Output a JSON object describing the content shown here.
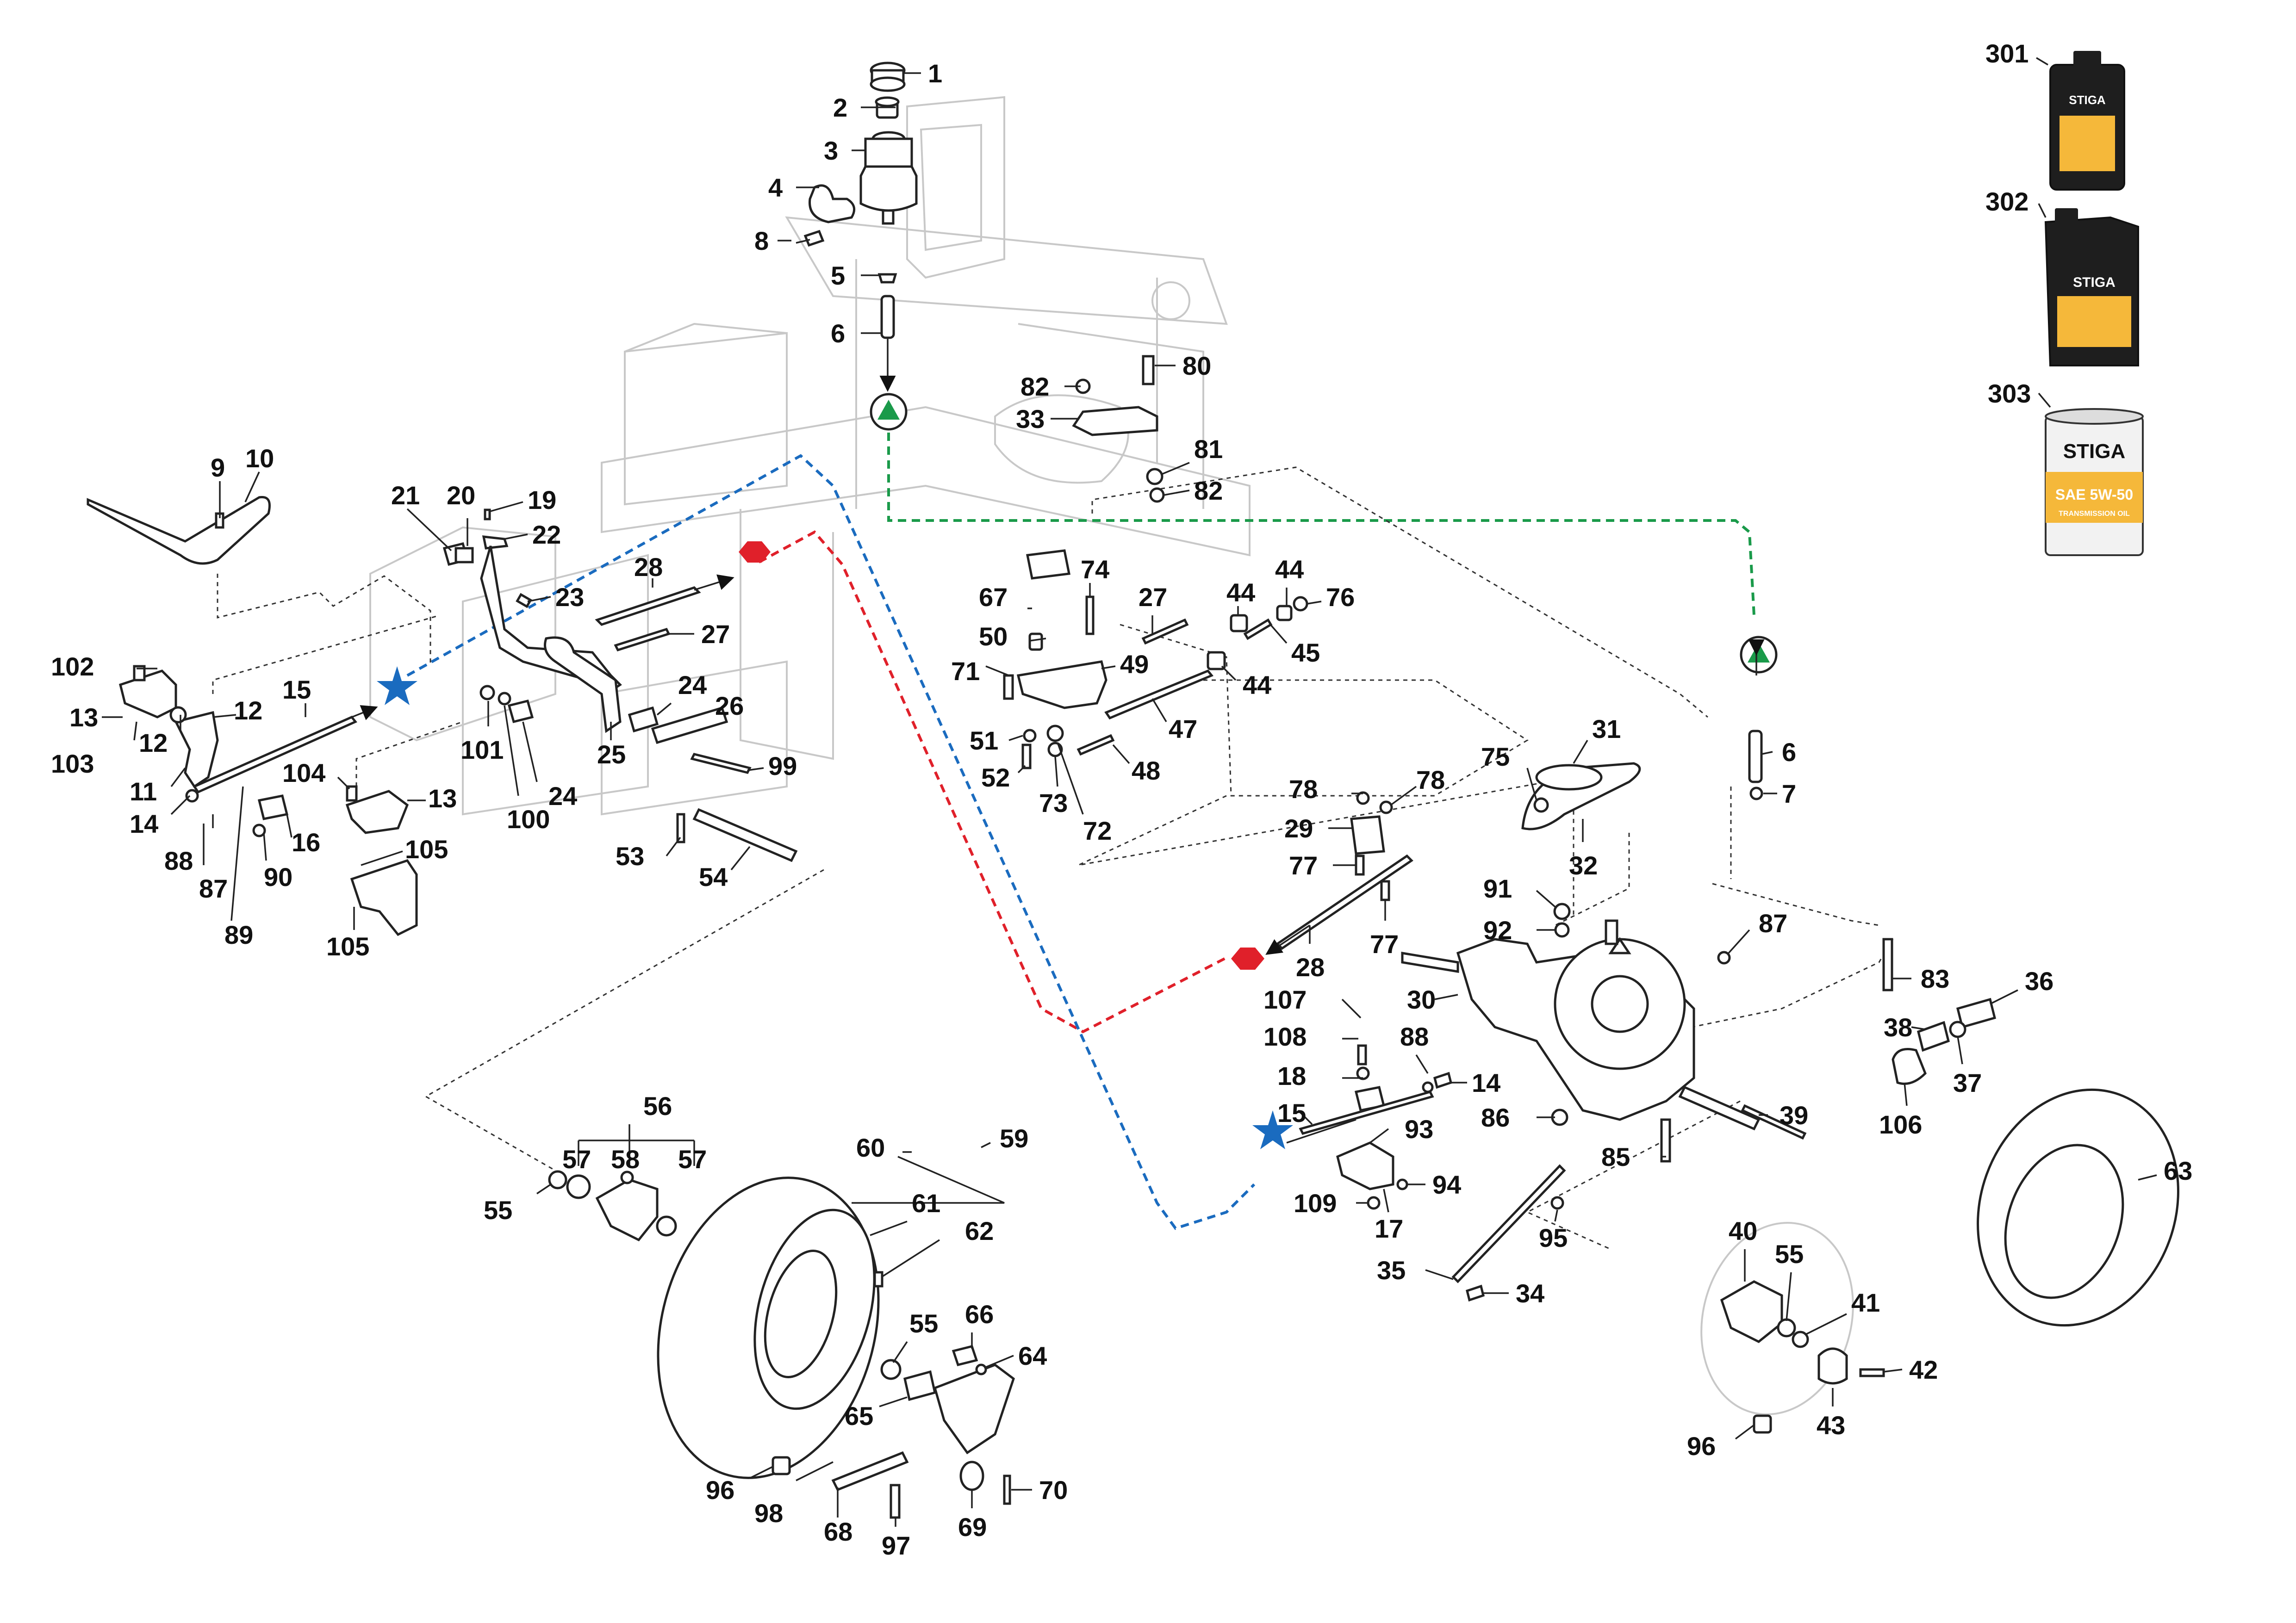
{
  "part_labels": [
    {
      "id": "1"
    },
    {
      "id": "2"
    },
    {
      "id": "3"
    },
    {
      "id": "4"
    },
    {
      "id": "8"
    },
    {
      "id": "5"
    },
    {
      "id": "6"
    },
    {
      "id": "9"
    },
    {
      "id": "10"
    },
    {
      "id": "21"
    },
    {
      "id": "20"
    },
    {
      "id": "19"
    },
    {
      "id": "22"
    },
    {
      "id": "23"
    },
    {
      "id": "28"
    },
    {
      "id": "27"
    },
    {
      "id": "102"
    },
    {
      "id": "13"
    },
    {
      "id": "103"
    },
    {
      "id": "12"
    },
    {
      "id": "12"
    },
    {
      "id": "15"
    },
    {
      "id": "11"
    },
    {
      "id": "14"
    },
    {
      "id": "88"
    },
    {
      "id": "87"
    },
    {
      "id": "89"
    },
    {
      "id": "104"
    },
    {
      "id": "13"
    },
    {
      "id": "16"
    },
    {
      "id": "90"
    },
    {
      "id": "105"
    },
    {
      "id": "105"
    },
    {
      "id": "101"
    },
    {
      "id": "100"
    },
    {
      "id": "24"
    },
    {
      "id": "24"
    },
    {
      "id": "25"
    },
    {
      "id": "26"
    },
    {
      "id": "99"
    },
    {
      "id": "53"
    },
    {
      "id": "54"
    },
    {
      "id": "82"
    },
    {
      "id": "80"
    },
    {
      "id": "33"
    },
    {
      "id": "81"
    },
    {
      "id": "82"
    },
    {
      "id": "67"
    },
    {
      "id": "74"
    },
    {
      "id": "27"
    },
    {
      "id": "44"
    },
    {
      "id": "44"
    },
    {
      "id": "76"
    },
    {
      "id": "50"
    },
    {
      "id": "45"
    },
    {
      "id": "71"
    },
    {
      "id": "49"
    },
    {
      "id": "44"
    },
    {
      "id": "47"
    },
    {
      "id": "51"
    },
    {
      "id": "52"
    },
    {
      "id": "73"
    },
    {
      "id": "72"
    },
    {
      "id": "48"
    },
    {
      "id": "31"
    },
    {
      "id": "75"
    },
    {
      "id": "32"
    },
    {
      "id": "6"
    },
    {
      "id": "7"
    },
    {
      "id": "78"
    },
    {
      "id": "78"
    },
    {
      "id": "29"
    },
    {
      "id": "77"
    },
    {
      "id": "77"
    },
    {
      "id": "28"
    },
    {
      "id": "91"
    },
    {
      "id": "92"
    },
    {
      "id": "87"
    },
    {
      "id": "83"
    },
    {
      "id": "36"
    },
    {
      "id": "38"
    },
    {
      "id": "37"
    },
    {
      "id": "106"
    },
    {
      "id": "30"
    },
    {
      "id": "107"
    },
    {
      "id": "108"
    },
    {
      "id": "88"
    },
    {
      "id": "14"
    },
    {
      "id": "18"
    },
    {
      "id": "15"
    },
    {
      "id": "93"
    },
    {
      "id": "86"
    },
    {
      "id": "39"
    },
    {
      "id": "85"
    },
    {
      "id": "94"
    },
    {
      "id": "109"
    },
    {
      "id": "17"
    },
    {
      "id": "95"
    },
    {
      "id": "35"
    },
    {
      "id": "34"
    },
    {
      "id": "63"
    },
    {
      "id": "56"
    },
    {
      "id": "57"
    },
    {
      "id": "58"
    },
    {
      "id": "57"
    },
    {
      "id": "55"
    },
    {
      "id": "60"
    },
    {
      "id": "59"
    },
    {
      "id": "61"
    },
    {
      "id": "62"
    },
    {
      "id": "55"
    },
    {
      "id": "66"
    },
    {
      "id": "64"
    },
    {
      "id": "65"
    },
    {
      "id": "96"
    },
    {
      "id": "98"
    },
    {
      "id": "68"
    },
    {
      "id": "97"
    },
    {
      "id": "69"
    },
    {
      "id": "70"
    },
    {
      "id": "40"
    },
    {
      "id": "55"
    },
    {
      "id": "41"
    },
    {
      "id": "42"
    },
    {
      "id": "43"
    },
    {
      "id": "96"
    },
    {
      "id": "301"
    },
    {
      "id": "302"
    },
    {
      "id": "303"
    }
  ],
  "products": {
    "brand": "STIGA",
    "oil_grade": "SAE 5W-50",
    "oil_type": "TRANSMISSION OIL"
  },
  "colors": {
    "green_link": "#1a9a4a",
    "red_link": "#e0202a",
    "blue_link": "#1a6bbf",
    "oil_yellow": "#f5b83a"
  },
  "link_symbols": [
    {
      "name": "triangle",
      "color": "green"
    },
    {
      "name": "hexagon",
      "color": "red"
    },
    {
      "name": "star",
      "color": "blue"
    }
  ]
}
